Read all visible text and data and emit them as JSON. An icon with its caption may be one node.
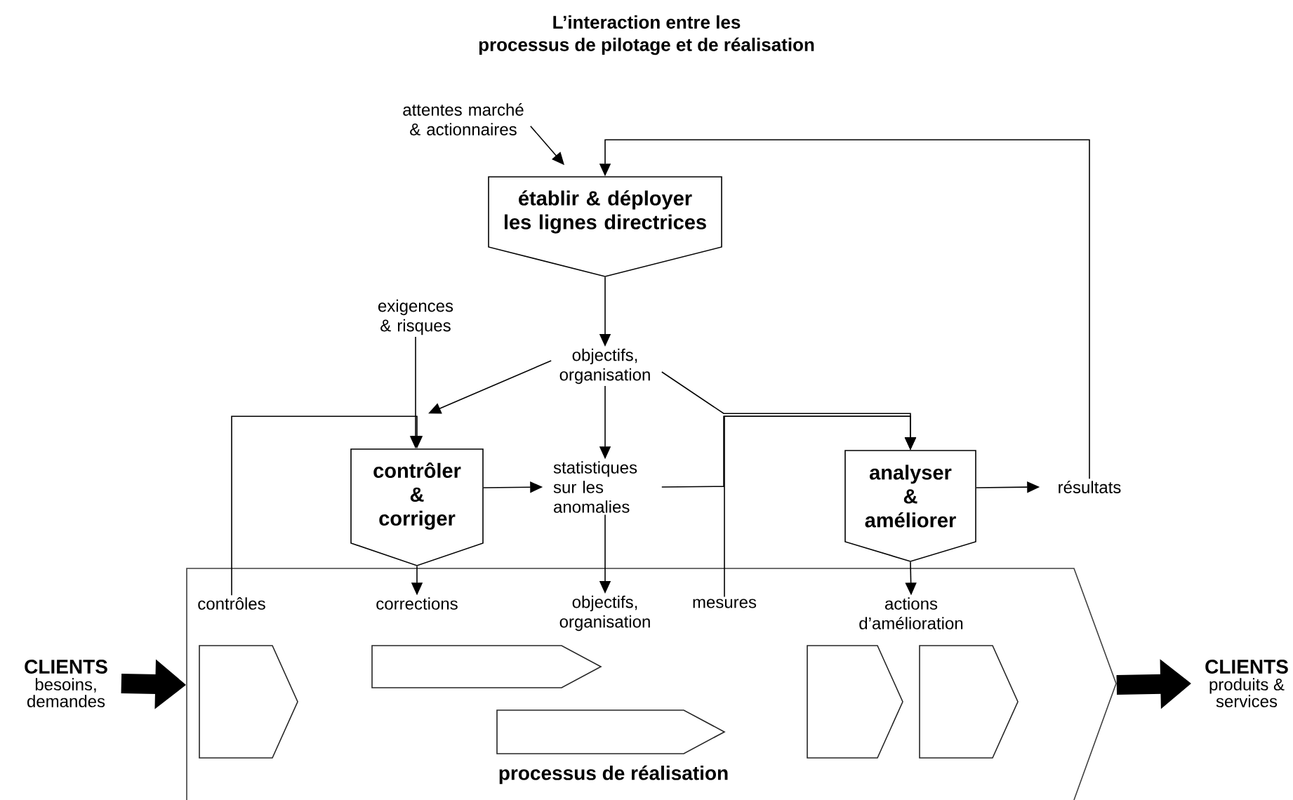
{
  "diagram": {
    "title": "L’interaction entre les processus de pilotage et de réalisation",
    "nodes": [
      {
        "text": [
          "attentes marché & actionnaires"
        ]
      },
      {
        "text": [
          "établir & déployer les lignes directrices"
        ]
      },
      {
        "text": [
          "exigences & risques"
        ]
      },
      {
        "text": [
          "objectifs, organisation"
        ]
      },
      {
        "text": [
          "contrôler & corriger"
        ]
      },
      {
        "text": [
          "statistiques sur les anomalies"
        ]
      },
      {
        "text": [
          "analyser & améliorer"
        ]
      },
      {
        "text": [
          "résultats"
        ]
      },
      {
        "text": [
          "processus de réalisation"
        ]
      },
      {
        "text": [
          "contrôles"
        ],
        "in": 8
      },
      {
        "text": [
          "corrections"
        ],
        "in": 8
      },
      {
        "text": [
          "objectifs, organisation"
        ],
        "in": 8
      },
      {
        "text": [
          "mesures"
        ],
        "in": 8
      },
      {
        "text": [
          "actions d’amélioration"
        ],
        "in": 8
      },
      {
        "text": [],
        "shape": "pentagon",
        "in": 8
      },
      {
        "text": [],
        "shape": "pentagon",
        "in": 8
      },
      {
        "text": [],
        "shape": "pentagon",
        "in": 8
      },
      {
        "text": [],
        "shape": "pentagon",
        "in": 8
      },
      {
        "text": [],
        "shape": "pentagon",
        "in": 8
      },
      {
        "text": [
          "CLIENTS",
          "besoins, demandes"
        ]
      },
      {
        "text": [
          "CLIENTS",
          "produits & services"
        ]
      }
    ],
    "edges": [
      {
        "from": 0,
        "to": 1,
        "arrow": "to"
      },
      {
        "from": 7,
        "to": 1,
        "arrow": "to"
      },
      {
        "from": 1,
        "to": 3,
        "arrow": "to"
      },
      {
        "from": 2,
        "to": 4,
        "arrow": "to"
      },
      {
        "from": 3,
        "to": 4,
        "arrow": "to"
      },
      {
        "from": 9,
        "to": 4,
        "arrow": "to"
      },
      {
        "from": 3,
        "to": 5,
        "arrow": "to"
      },
      {
        "from": 4,
        "to": 5,
        "arrow": "to"
      },
      {
        "from": 3,
        "to": 6,
        "arrow": "to"
      },
      {
        "from": 5,
        "to": 6,
        "arrow": "to"
      },
      {
        "from": 12,
        "to": 6,
        "arrow": "to"
      },
      {
        "from": 6,
        "to": 7,
        "arrow": "to"
      },
      {
        "from": 4,
        "to": 10,
        "arrow": "to"
      },
      {
        "from": 5,
        "to": 11,
        "arrow": "to"
      },
      {
        "from": 6,
        "to": 13,
        "arrow": "to"
      },
      {
        "from": 19,
        "to": 8,
        "arrow": "to",
        "style": "thick"
      },
      {
        "from": 8,
        "to": 20,
        "arrow": "to",
        "style": "thick"
      }
    ]
  }
}
